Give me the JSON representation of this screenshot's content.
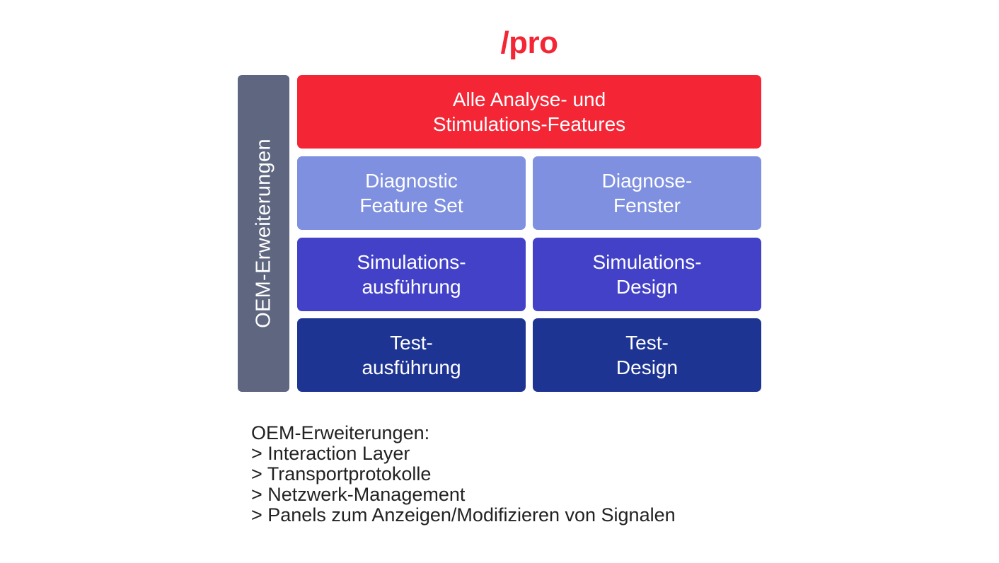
{
  "title": "/pro",
  "sidebar": {
    "label": "OEM-Erweiterungen"
  },
  "boxes": {
    "top": {
      "line1": "Alle Analyse- und",
      "line2": "Stimulations-Features"
    },
    "diag_left": {
      "line1": "Diagnostic",
      "line2": "Feature Set"
    },
    "diag_right": {
      "line1": "Diagnose-",
      "line2": "Fenster"
    },
    "sim_left": {
      "line1": "Simulations-",
      "line2": "ausführung"
    },
    "sim_right": {
      "line1": "Simulations-",
      "line2": "Design"
    },
    "test_left": {
      "line1": "Test-",
      "line2": "ausführung"
    },
    "test_right": {
      "line1": "Test-",
      "line2": "Design"
    }
  },
  "footer": {
    "heading": "OEM-Erweiterungen:",
    "items": [
      "> Interaction Layer",
      "> Transportprotokolle",
      "> Netzwerk-Management",
      "> Panels zum Anzeigen/Modifizieren von Signalen"
    ]
  },
  "colors": {
    "accent_red": "#f42635",
    "sidebar_gray": "#5e6680",
    "light_blue": "#7f90e0",
    "mid_blue": "#4241c8",
    "dark_blue": "#1e3492"
  }
}
